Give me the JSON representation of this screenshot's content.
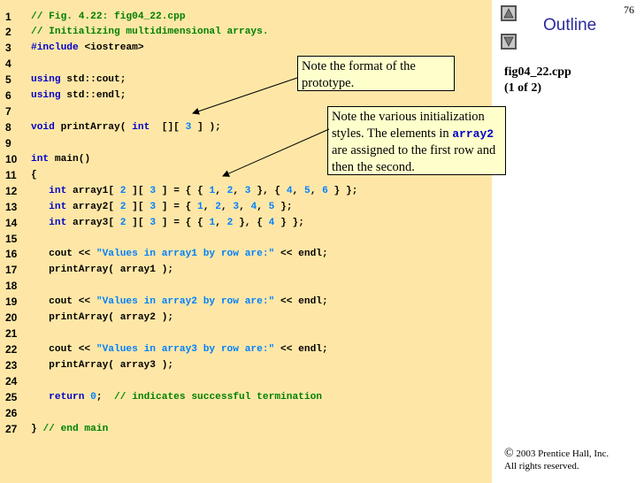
{
  "slide": {
    "page_number": "76",
    "outline_label": "Outline",
    "file_name": "fig04_22.cpp",
    "page_of": "(1 of 2)",
    "copyright_symbol": "©",
    "copyright_line": "2003 Prentice Hall, Inc.",
    "rights": "All rights reserved."
  },
  "nav": {
    "up_icon": "triangle-up-icon",
    "down_icon": "triangle-down-icon"
  },
  "callouts": {
    "prototype_note": "Note the format of the prototype.",
    "init_note_part1": "Note the various initialization styles. The elements in",
    "init_note_code": "array2",
    "init_note_part2": "are assigned to the first row and then the second."
  },
  "colors": {
    "code_bg": "#fee7a6",
    "comment": "#008000",
    "keyword": "#0000cc",
    "literal": "#0080ff",
    "callout_bg": "#ffffcc"
  },
  "code_lines": [
    {
      "n": "1",
      "segs": [
        [
          "cm",
          "// Fig. 4.22: fig04_22.cpp"
        ]
      ]
    },
    {
      "n": "2",
      "segs": [
        [
          "cm",
          "// Initializing multidimensional arrays."
        ]
      ]
    },
    {
      "n": "3",
      "segs": [
        [
          "kw",
          "#include"
        ],
        [
          "",
          "<iostream>"
        ]
      ]
    },
    {
      "n": "4",
      "segs": []
    },
    {
      "n": "5",
      "segs": [
        [
          "kw",
          "using"
        ],
        [
          "",
          "std::cout;"
        ]
      ]
    },
    {
      "n": "6",
      "segs": [
        [
          "kw",
          "using"
        ],
        [
          "",
          "std::endl;"
        ]
      ]
    },
    {
      "n": "7",
      "segs": []
    },
    {
      "n": "8",
      "segs": [
        [
          "kw",
          "void"
        ],
        [
          "",
          "printArray( "
        ],
        [
          "kw",
          "int"
        ],
        [
          "",
          " [][ "
        ],
        [
          "nu",
          "3"
        ],
        [
          "",
          " ] );"
        ]
      ]
    },
    {
      "n": "9",
      "segs": []
    },
    {
      "n": "10",
      "segs": [
        [
          "kw",
          "int"
        ],
        [
          "",
          "main()"
        ]
      ]
    },
    {
      "n": "11",
      "segs": [
        [
          "",
          "{"
        ]
      ]
    },
    {
      "n": "12",
      "segs": [
        [
          "",
          "   "
        ],
        [
          "kw",
          "int"
        ],
        [
          "",
          "array1[ "
        ],
        [
          "nu",
          "2"
        ],
        [
          "",
          " ][ "
        ],
        [
          "nu",
          "3"
        ],
        [
          "",
          " ] = { { "
        ],
        [
          "nu",
          "1"
        ],
        [
          "",
          ", "
        ],
        [
          "nu",
          "2"
        ],
        [
          "",
          ", "
        ],
        [
          "nu",
          "3"
        ],
        [
          "",
          " }, { "
        ],
        [
          "nu",
          "4"
        ],
        [
          "",
          ", "
        ],
        [
          "nu",
          "5"
        ],
        [
          "",
          ", "
        ],
        [
          "nu",
          "6"
        ],
        [
          "",
          " } };"
        ]
      ]
    },
    {
      "n": "13",
      "segs": [
        [
          "",
          "   "
        ],
        [
          "kw",
          "int"
        ],
        [
          "",
          "array2[ "
        ],
        [
          "nu",
          "2"
        ],
        [
          "",
          " ][ "
        ],
        [
          "nu",
          "3"
        ],
        [
          "",
          " ] = { "
        ],
        [
          "nu",
          "1"
        ],
        [
          "",
          ", "
        ],
        [
          "nu",
          "2"
        ],
        [
          "",
          ", "
        ],
        [
          "nu",
          "3"
        ],
        [
          "",
          ", "
        ],
        [
          "nu",
          "4"
        ],
        [
          "",
          ", "
        ],
        [
          "nu",
          "5"
        ],
        [
          "",
          " };"
        ]
      ]
    },
    {
      "n": "14",
      "segs": [
        [
          "",
          "   "
        ],
        [
          "kw",
          "int"
        ],
        [
          "",
          "array3[ "
        ],
        [
          "nu",
          "2"
        ],
        [
          "",
          " ][ "
        ],
        [
          "nu",
          "3"
        ],
        [
          "",
          " ] = { { "
        ],
        [
          "nu",
          "1"
        ],
        [
          "",
          ", "
        ],
        [
          "nu",
          "2"
        ],
        [
          "",
          " }, { "
        ],
        [
          "nu",
          "4"
        ],
        [
          "",
          " } };"
        ]
      ]
    },
    {
      "n": "15",
      "segs": []
    },
    {
      "n": "16",
      "segs": [
        [
          "",
          "   cout << "
        ],
        [
          "st",
          "\"Values in array1 by row are:\""
        ],
        [
          "",
          " << endl;"
        ]
      ]
    },
    {
      "n": "17",
      "segs": [
        [
          "",
          "   printArray( array1 );"
        ]
      ]
    },
    {
      "n": "18",
      "segs": []
    },
    {
      "n": "19",
      "segs": [
        [
          "",
          "   cout << "
        ],
        [
          "st",
          "\"Values in array2 by row are:\""
        ],
        [
          "",
          " << endl;"
        ]
      ]
    },
    {
      "n": "20",
      "segs": [
        [
          "",
          "   printArray( array2 );"
        ]
      ]
    },
    {
      "n": "21",
      "segs": []
    },
    {
      "n": "22",
      "segs": [
        [
          "",
          "   cout << "
        ],
        [
          "st",
          "\"Values in array3 by row are:\""
        ],
        [
          "",
          " << endl;"
        ]
      ]
    },
    {
      "n": "23",
      "segs": [
        [
          "",
          "   printArray( array3 );"
        ]
      ]
    },
    {
      "n": "24",
      "segs": []
    },
    {
      "n": "25",
      "segs": [
        [
          "",
          "   "
        ],
        [
          "kw",
          "return"
        ],
        [
          "",
          ""
        ],
        [
          "nu",
          "0"
        ],
        [
          "",
          ";  "
        ],
        [
          "cm",
          "// indicates successful termination"
        ]
      ]
    },
    {
      "n": "26",
      "segs": []
    },
    {
      "n": "27",
      "segs": [
        [
          "",
          "} "
        ],
        [
          "cm",
          "// end main"
        ]
      ]
    }
  ]
}
